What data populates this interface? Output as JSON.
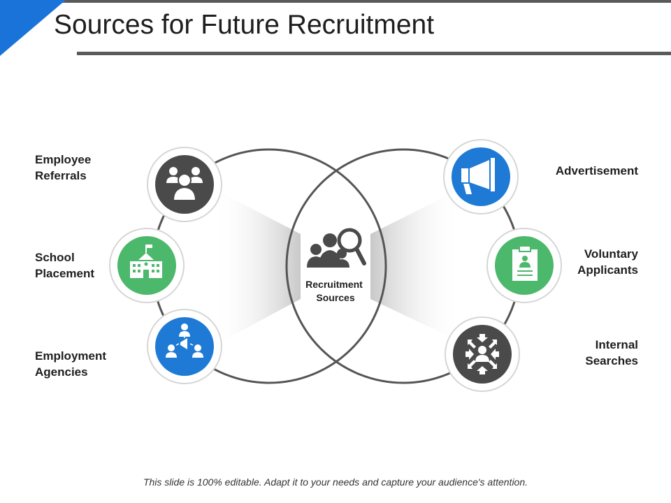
{
  "title": "Sources for Future Recruitment",
  "center": {
    "line1": "Recruitment",
    "line2": "Sources",
    "icon": "people-search-icon"
  },
  "left_items": [
    {
      "line1": "Employee",
      "line2": "Referrals",
      "icon": "team-icon",
      "color": "#4a4a4a"
    },
    {
      "line1": "School",
      "line2": "Placement",
      "icon": "school-building-icon",
      "color": "#4cb86b"
    },
    {
      "line1": "Employment",
      "line2": "Agencies",
      "icon": "network-megaphone-icon",
      "color": "#1f7ad6"
    }
  ],
  "right_items": [
    {
      "line1": "Advertisement",
      "line2": "",
      "icon": "megaphone-icon",
      "color": "#1f7ad6"
    },
    {
      "line1": "Voluntary",
      "line2": "Applicants",
      "icon": "clipboard-resume-icon",
      "color": "#4cb86b"
    },
    {
      "line1": "Internal",
      "line2": "Searches",
      "icon": "person-arrows-icon",
      "color": "#4a4a4a"
    }
  ],
  "footer": "This slide is 100% editable. Adapt it to your needs and capture your audience's attention.",
  "colors": {
    "accent": "#1a73d9",
    "dark": "#4a4a4a",
    "green": "#4cb86b",
    "blue": "#1f7ad6"
  }
}
